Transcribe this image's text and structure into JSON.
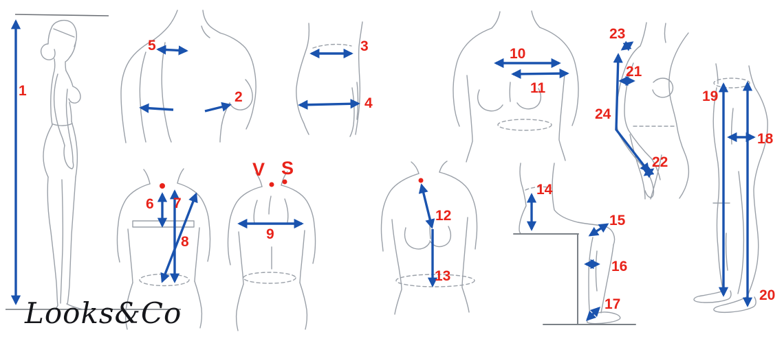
{
  "logo": {
    "text": "Looks&Co"
  },
  "colors": {
    "arrow_blue": "#1a53ae",
    "label_red": "#e8231a",
    "sketch_gray": "#9aa0a8",
    "reference_line_gray": "#6c7076",
    "logo_black": "#15161a",
    "background": "#ffffff"
  },
  "landmarks": {
    "v": "V",
    "s": "S"
  },
  "labels": {
    "m1": "1",
    "m2": "2",
    "m3": "3",
    "m4": "4",
    "m5": "5",
    "m6": "6",
    "m7": "7",
    "m8": "8",
    "m9": "9",
    "m10": "10",
    "m11": "11",
    "m12": "12",
    "m13": "13",
    "m14": "14",
    "m15": "15",
    "m16": "16",
    "m17": "17",
    "m18": "18",
    "m19": "19",
    "m20": "20",
    "m21": "21",
    "m22": "22",
    "m23": "23",
    "m24": "24"
  }
}
